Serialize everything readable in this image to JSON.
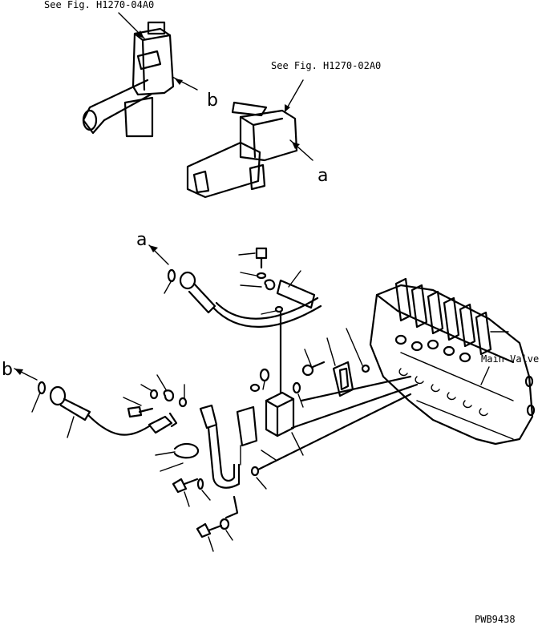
{
  "labels": {
    "ref_top": "See Fig. H1270-04A0",
    "ref_mid": "See Fig. H1270-02A0",
    "main_valve": "Main Valve",
    "callout_a_upper": "a",
    "callout_b_upper": "b",
    "callout_a_lower": "a",
    "callout_b_lower": "b",
    "drawing_number": "PWB9438"
  }
}
